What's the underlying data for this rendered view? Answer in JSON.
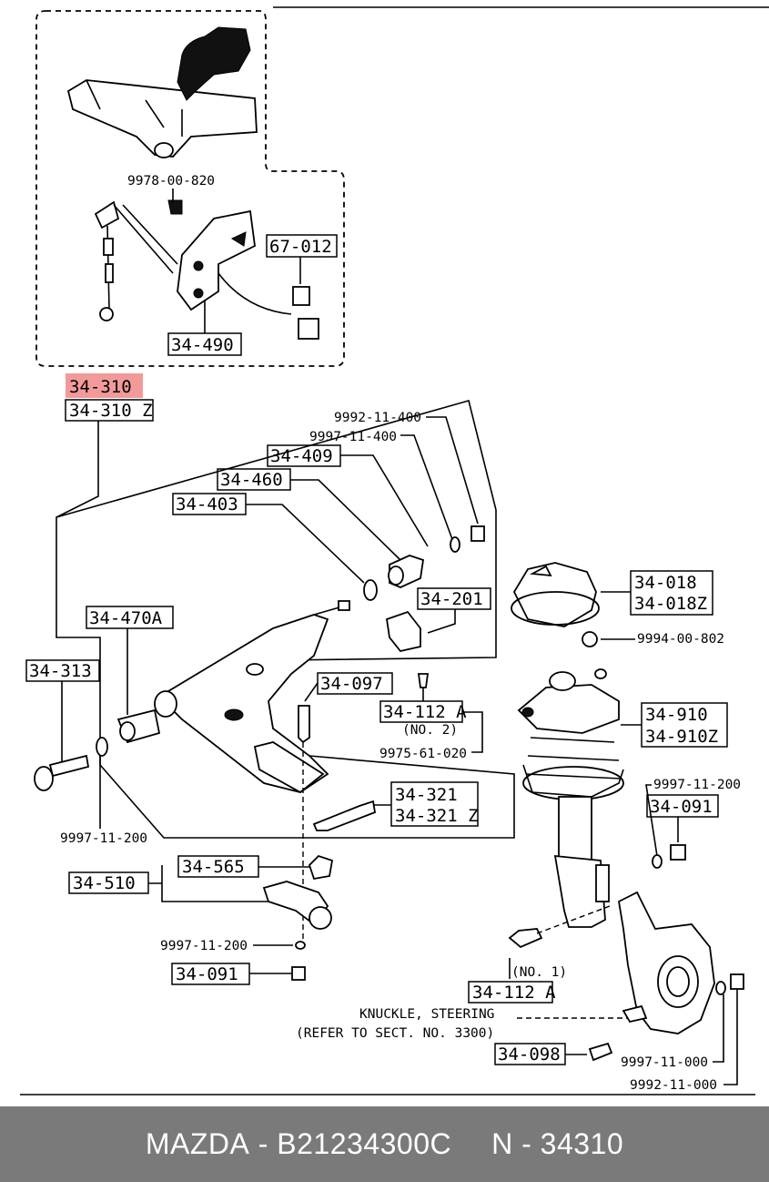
{
  "colors": {
    "highlight": "#f29a9a",
    "footer_bg": "#7a7a7a",
    "footer_text": "#ffffff"
  },
  "labels": {
    "p9978_00_820": "9978-00-820",
    "p67_012": "67-012",
    "p34_490": "34-490",
    "p34_310": "34-310",
    "p34_310z": "34-310 Z",
    "p9992_11_400": "9992-11-400",
    "p9997_11_400": "9997-11-400",
    "p34_409": "34-409",
    "p34_460": "34-460",
    "p34_403": "34-403",
    "p34_201": "34-201",
    "p34_470a": "34-470A",
    "p34_018": "34-018",
    "p34_018z": "34-018Z",
    "p9994_00_802": "9994-00-802",
    "p34_313": "34-313",
    "p34_097": "34-097",
    "p34_112a_top": "34-112 A",
    "no2": "(NO. 2)",
    "p9975_61_020": "9975-61-020",
    "p34_910": "34-910",
    "p34_910z": "34-910Z",
    "p9997_11_200_left": "9997-11-200",
    "p34_321": "34-321",
    "p34_321z": "34-321 Z",
    "p9997_11_200_right": "9997-11-200",
    "p34_091_right": "34-091",
    "p34_565": "34-565",
    "p34_510": "34-510",
    "p9997_11_200_mid": "9997-11-200",
    "p34_091_bottom": "34-091",
    "no1": "(NO. 1)",
    "p34_112a_bottom": "34-112 A",
    "knuckle_line1": "KNUCKLE, STEERING",
    "knuckle_line2": "(REFER TO SECT. NO. 3300)",
    "p34_098": "34-098",
    "p9997_11_000": "9997-11-000",
    "p9992_11_000": "9992-11-000"
  },
  "footer": {
    "brand": "MAZDA",
    "dash": "-",
    "part_number": "B21234300C",
    "ref": "N - 34310"
  }
}
